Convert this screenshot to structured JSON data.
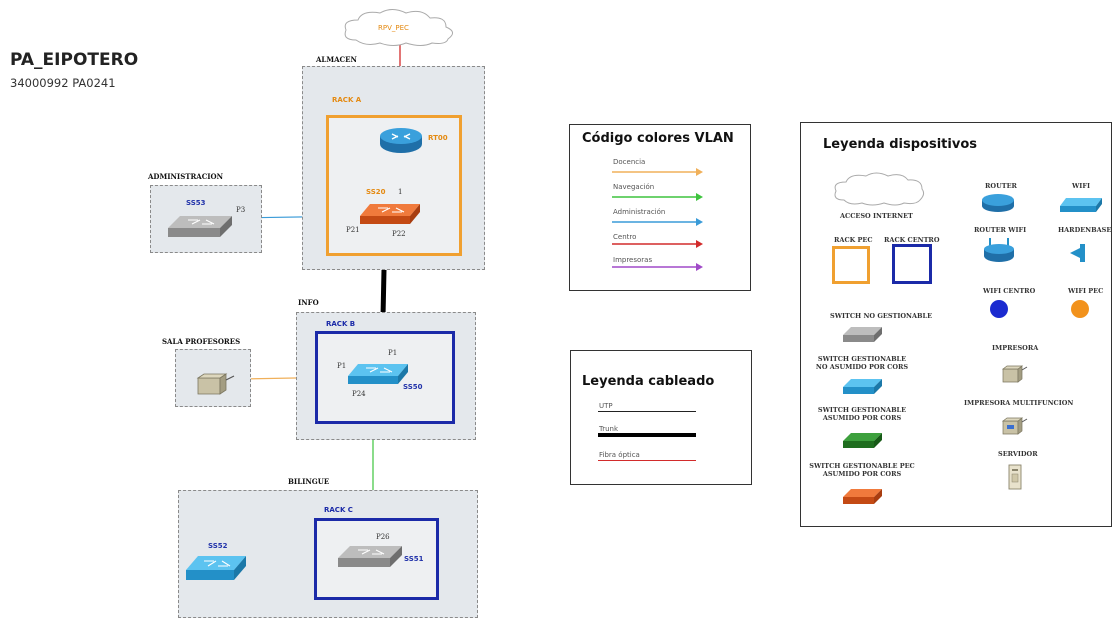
{
  "header": {
    "title": "PA_EIPOTERO",
    "subtitle": "34000992 PA0241"
  },
  "network": {
    "cloud_label": "RPV_PEC",
    "areas": {
      "almacen": "ALMACEN",
      "administracion": "ADMINISTRACION",
      "info": "INFO",
      "sala_profesores": "SALA PROFESORES",
      "bilingue": "BILINGUE"
    },
    "racks": {
      "rack_a": "RACK A",
      "rack_b": "RACK B",
      "rack_c": "RACK C"
    },
    "devices": {
      "router": "RT00",
      "core_switch": "SS20",
      "sw_admin": "SS53",
      "sw_info": "SS50",
      "sw_bilingue": "SS51",
      "sw_aula": "SS52"
    },
    "ports": {
      "core_p1": "1",
      "core_p21": "P21",
      "core_p22": "P22",
      "admin_port": "P3",
      "info_p1_left": "P1",
      "info_p1_top": "P1",
      "info_p24": "P24",
      "bilingue_p26": "P26"
    }
  },
  "vlan_legend": {
    "title": "Código colores VLAN",
    "items": [
      {
        "label": "Docencia",
        "color": "#f0b05a"
      },
      {
        "label": "Navegación",
        "color": "#3ec43e"
      },
      {
        "label": "Administración",
        "color": "#3a9bd8"
      },
      {
        "label": "Centro",
        "color": "#d22b2b"
      },
      {
        "label": "Impresoras",
        "color": "#a04ac8"
      }
    ]
  },
  "cable_legend": {
    "title": "Leyenda cableado",
    "items": [
      {
        "label": "UTP",
        "color": "#222222",
        "weight": "thin"
      },
      {
        "label": "Trunk",
        "color": "#000000",
        "weight": "thick"
      },
      {
        "label": "Fibra óptica",
        "color": "#d22b2b",
        "weight": "thin"
      }
    ]
  },
  "device_legend": {
    "title": "Leyenda dispositivos",
    "items": {
      "internet": "ACCESO INTERNET",
      "rack_pec": "RACK PEC",
      "rack_centro": "RACK CENTRO",
      "switch_no_gest": "SWITCH NO GESTIONABLE",
      "switch_gest_no_cors": "SWITCH GESTIONABLE NO ASUMIDO POR CORS",
      "switch_gest_cors": "SWITCH GESTIONABLE ASUMIDO POR CORS",
      "switch_gest_pec": "SWITCH GESTIONABLE PEC ASUMIDO POR CORS",
      "router": "ROUTER",
      "wifi": "WIFI",
      "router_wifi": "ROUTER WIFI",
      "hardenbase": "HARDENBASE",
      "wifi_centro": "WIFI CENTRO",
      "wifi_pec": "WIFI PEC",
      "impresora": "IMPRESORA",
      "impresora_multi": "IMPRESORA MULTIFUNCION",
      "servidor": "SERVIDOR"
    }
  },
  "colors": {
    "orange_rack": "#f0a030",
    "blue_rack": "#1b2aa8",
    "area_fill": "#e4e8ec",
    "router_blue": "#2f8fcf",
    "switch_pec": "#e05a1f",
    "switch_gest": "#2fa6df",
    "switch_cors": "#2a8a2a",
    "switch_gray": "#9a9a9a",
    "wifi_centro": "#1b2bd0",
    "wifi_pec": "#f2921c"
  }
}
